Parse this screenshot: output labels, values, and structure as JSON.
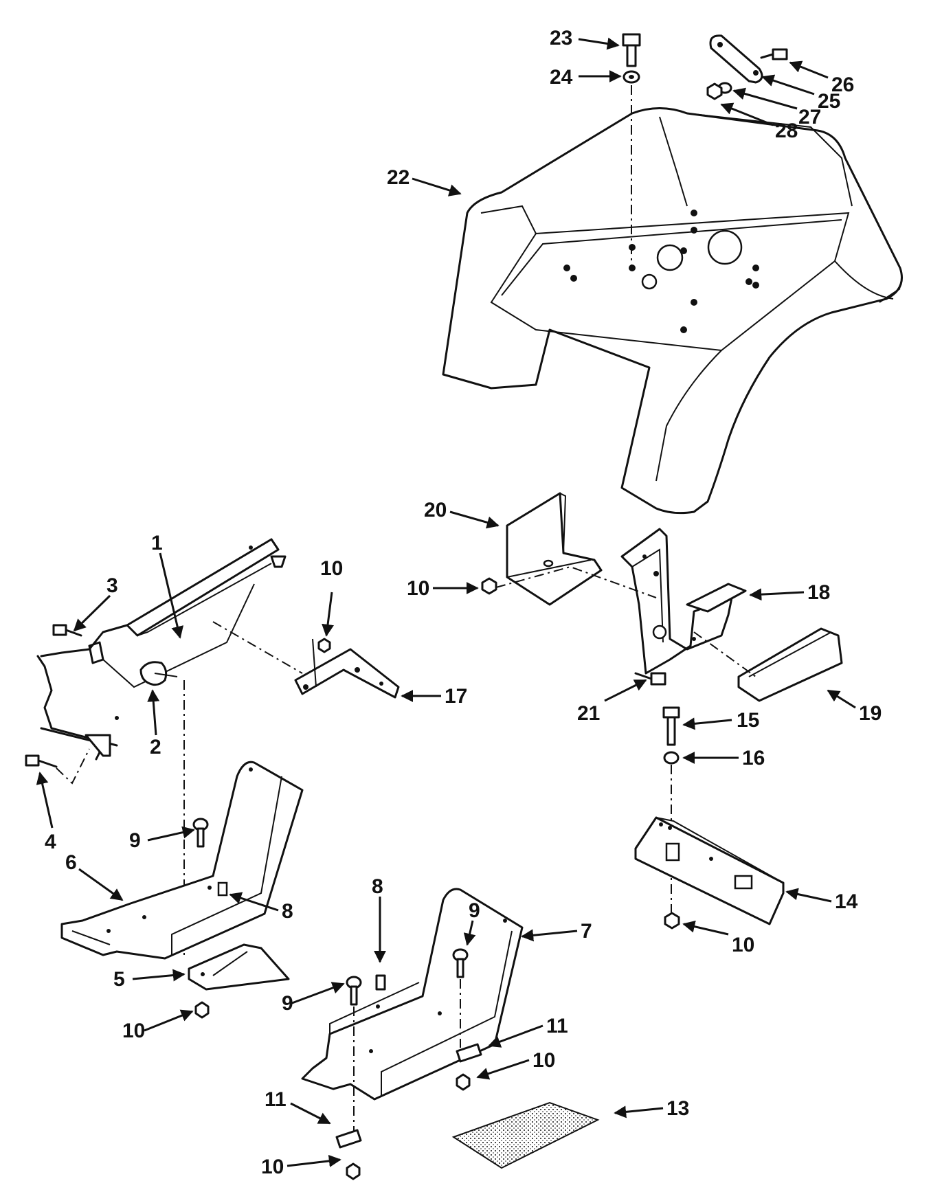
{
  "diagram": {
    "callouts": [
      {
        "id": "c23",
        "text": "23"
      },
      {
        "id": "c24",
        "text": "24"
      },
      {
        "id": "c26",
        "text": "26"
      },
      {
        "id": "c25",
        "text": "25"
      },
      {
        "id": "c27",
        "text": "27"
      },
      {
        "id": "c28",
        "text": "28"
      },
      {
        "id": "c22",
        "text": "22"
      },
      {
        "id": "c20",
        "text": "20"
      },
      {
        "id": "c18",
        "text": "18"
      },
      {
        "id": "c10a",
        "text": "10"
      },
      {
        "id": "c21",
        "text": "21"
      },
      {
        "id": "c19",
        "text": "19"
      },
      {
        "id": "c15",
        "text": "15"
      },
      {
        "id": "c16",
        "text": "16"
      },
      {
        "id": "c14",
        "text": "14"
      },
      {
        "id": "c10b",
        "text": "10"
      },
      {
        "id": "c1",
        "text": "1"
      },
      {
        "id": "c3",
        "text": "3"
      },
      {
        "id": "c10c",
        "text": "10"
      },
      {
        "id": "c17",
        "text": "17"
      },
      {
        "id": "c2",
        "text": "2"
      },
      {
        "id": "c4",
        "text": "4"
      },
      {
        "id": "c9a",
        "text": "9"
      },
      {
        "id": "c6",
        "text": "6"
      },
      {
        "id": "c8a",
        "text": "8"
      },
      {
        "id": "c5",
        "text": "5"
      },
      {
        "id": "c10d",
        "text": "10"
      },
      {
        "id": "c8b",
        "text": "8"
      },
      {
        "id": "c9b",
        "text": "9"
      },
      {
        "id": "c7",
        "text": "7"
      },
      {
        "id": "c9c",
        "text": "9"
      },
      {
        "id": "c11a",
        "text": "11"
      },
      {
        "id": "c10e",
        "text": "10"
      },
      {
        "id": "c13",
        "text": "13"
      },
      {
        "id": "c11b",
        "text": "11"
      },
      {
        "id": "c10f",
        "text": "10"
      }
    ]
  }
}
